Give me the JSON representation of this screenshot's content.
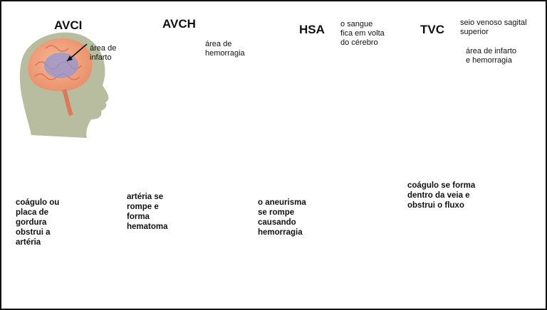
{
  "panels": [
    {
      "title": "AVCI",
      "label": "área de\ninfarto"
    },
    {
      "title": "AVCH",
      "label": "área de\nhemorragia"
    },
    {
      "title": "HSA",
      "label": "o sangue\nfica  em volta\ndo cérebro"
    },
    {
      "title": "TVC",
      "label_top": "seio venoso sagital\nsuperior",
      "label_bottom": "área de infarto\ne hemorragia"
    }
  ],
  "vessels": [
    {
      "label": "coágulo ou\nplaca de\ngordura\nobstrui a\nartéria"
    },
    {
      "label": "artéria se\nrompe e\nforma\nhematoma"
    },
    {
      "label": "o aneurisma\nse rompe\ncausando\nhemorragia"
    },
    {
      "label": "coágulo se forma\ndentro da veia e\nobstrui o fluxo"
    }
  ],
  "colors": {
    "head": "#b9bda0",
    "brain": "#f2a57e",
    "brain_fold": "#d9735a",
    "ischemia": "#8f96d6",
    "hemorrhage": "#cc1616",
    "artery": "#b8161b",
    "artery_dark": "#7d0a0e",
    "vein": "#1f3f9e",
    "plaque": "#e7b24a",
    "sinus": "#1a2b6b"
  }
}
